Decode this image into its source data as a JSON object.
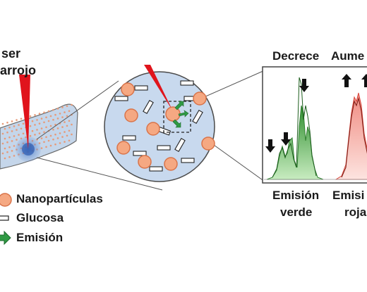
{
  "laser": {
    "line1": "ser",
    "line2": "arrojo"
  },
  "legend": {
    "nanoparticles": "Nanopartículas",
    "glucose": "Glucosa",
    "emission": "Emisión"
  },
  "panel_green": {
    "title": "Decrece",
    "caption_line1": "Emisión",
    "caption_line2": "verde"
  },
  "panel_red": {
    "title": "Aume",
    "caption_line1": "Emisi",
    "caption_line2": "roja"
  },
  "colors": {
    "laser": "#e0141c",
    "nanoparticle_fill": "#f5a882",
    "nanoparticle_stroke": "#d9744a",
    "circle_fill": "#c8d9ee",
    "emission_arrow": "#2f9a44",
    "green_spectrum": "#3a9c3a",
    "red_spectrum": "#e06060"
  }
}
